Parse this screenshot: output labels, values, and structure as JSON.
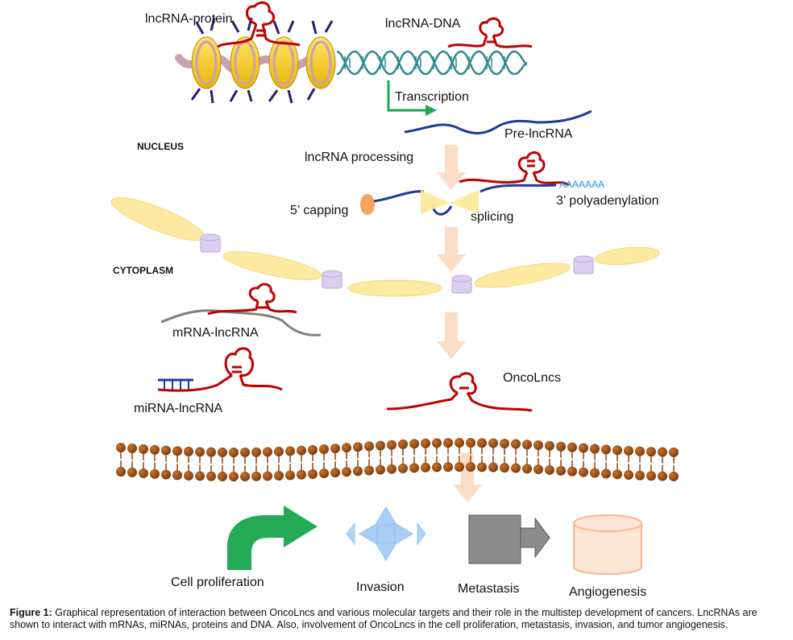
{
  "labels": {
    "lncrna_protein": "lncRNA-protein",
    "lncrna_dna": "lncRNA-DNA",
    "transcription": "Transcription",
    "pre_lncrna": "Pre-lncRNA",
    "nucleus": "NUCLEUS",
    "processing": "lncRNA processing",
    "capping": "5’ capping",
    "polyA_tail": "AAAAAAA",
    "polyadenylation": "3’ polyadenylation",
    "splicing": "splicing",
    "cytoplasm": "CYTOPLASM",
    "mrna_lncrna": "mRNA-lncRNA",
    "mirna_lncrna": "miRNA-lncRNA",
    "oncolncs": "OncoLncs"
  },
  "outcomes": {
    "proliferation": "Cell proliferation",
    "invasion": "Invasion",
    "metastasis": "Metastasis",
    "angiogenesis": "Angiogenesis"
  },
  "caption": {
    "prefix": "Figure 1:",
    "text": " Graphical representation of interaction between OncoLncs and various molecular targets and their role in the multistep development of cancers. LncRNAs are shown to interact with mRNAs, miRNAs, proteins and DNA. Also, involvement of OncoLncs in the cell proliferation, metastasis, invasion, and tumor angiogenesis."
  },
  "colors": {
    "lncrna": "#c00000",
    "pre_lncrna": "#1f3a93",
    "mrna": "#7f7f7f",
    "dna_helix": "#2e8b8b",
    "nucleosome": "#f2c811",
    "histone_tail": "#2a1f6b",
    "transcription_arrow": "#1aaa55",
    "flow_arrow": "#fbdcc7",
    "envelope": "#fde9a0",
    "pore": "#d9cff0",
    "cap": "#f4a460",
    "polyA": "#1e90ff",
    "membrane": "#8b4513",
    "proliferation_arrow": "#22aa55",
    "invasion_cross": "#a9cff7",
    "metastasis_box": "#8c8c8c",
    "angiogenesis_can": "#f6b58f"
  }
}
